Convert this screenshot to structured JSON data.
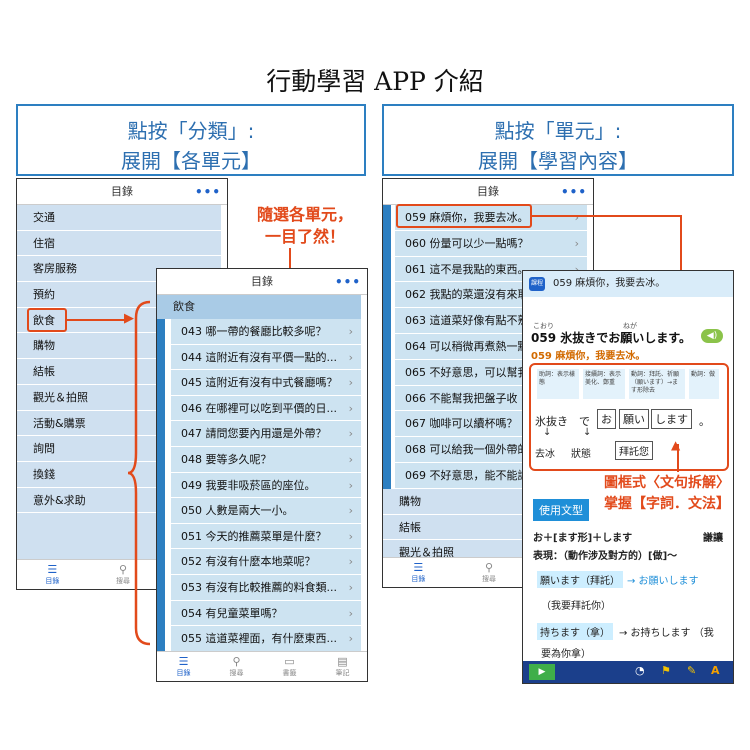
{
  "title": "行動學習 APP 介紹",
  "banner_left": {
    "line1": "點按「分類」:",
    "line2": "展開【各單元】"
  },
  "banner_right": {
    "line1": "點按「單元」:",
    "line2": "展開【學習內容】"
  },
  "annotation_units": {
    "line1": "隨選各單元，",
    "line2": "一目了然！"
  },
  "annotation_frame": {
    "line1": "圖框式〈文句拆解〉",
    "line2": "掌握【字詞．文法】"
  },
  "menu_title": "目錄",
  "menu_dots": "•••",
  "categories": [
    "交通",
    "住宿",
    "客房服務",
    "預約",
    "飲食",
    "購物",
    "結帳",
    "觀光＆拍照",
    "活動&購票",
    "詢問",
    "換錢",
    "意外&求助"
  ],
  "tabs": [
    {
      "icon": "☰",
      "label": "目錄"
    },
    {
      "icon": "⚲",
      "label": "搜尋"
    },
    {
      "icon": "▭",
      "label": "書籤"
    },
    {
      "icon": "▤",
      "label": "筆記"
    }
  ],
  "section_header": "飲食",
  "units": [
    "043 哪一帶的餐廳比較多呢？",
    "044 這附近有沒有平價一點的...",
    "045 這附近有沒有中式餐廳嗎？",
    "046 在哪裡可以吃到平價的日...",
    "047 請問您要內用還是外帶？",
    "048 要等多久呢？",
    "049 我要非吸菸區的座位。",
    "050 人數是兩大一小。",
    "051 今天的推薦菜單是什麼？",
    "052 有沒有什麼本地菜呢？",
    "053 有沒有比較推薦的料食類...",
    "054 有兒童菜單嗎？",
    "055 這道菜裡面，有什麼東西..."
  ],
  "units_right": [
    "059 麻煩你，我要去冰。",
    "060 份量可以少一點嗎？",
    "061 這不是我點的東西。",
    "062 我點的菜還沒有來耶",
    "063 這道菜好像有點不熟",
    "064 可以稍微再煮熱一點",
    "065 不好意思，可以幫我",
    "066 不能幫我把盤子收",
    "067 咖啡可以續杯嗎？",
    "068 可以給我一個外帶的",
    "069 不好意思，能不能請"
  ],
  "right_categories": [
    "購物",
    "結帳",
    "觀光＆拍照"
  ],
  "lesson": {
    "tag": "課程",
    "header": "059 麻煩你，我要去冰。",
    "jp_sentence": "059 氷抜きでお願いします。",
    "ruby_kori": "こおり",
    "ruby_nega": "ねが",
    "zh_sentence": "059 麻煩你，我要去冰。",
    "grammar_notes": [
      "助詞：表示樣態",
      "接續詞：表示美化、鄭重",
      "動詞：拜託、祈願（願います）→ます形除去",
      "動詞：做"
    ],
    "parts": [
      "氷抜き",
      "で",
      "お",
      "願い",
      "します",
      "。"
    ],
    "parts_zh": [
      "去冰",
      "狀態",
      "拜託您"
    ],
    "usage_label": "使用文型",
    "pattern": "お＋[ます形]＋します",
    "pattern_tag": "謙讓",
    "pattern_meaning": "表現：（動作涉及對方的）[做]～",
    "ex1_a": "願います（拜託）",
    "ex1_b": "→ お願いします",
    "ex1_zh": "（我要拜託你）",
    "ex2_a": "持ちます（拿）",
    "ex2_b": "→ お持ちします （我",
    "ex2_zh": "要為你拿）"
  },
  "colors": {
    "accent_blue": "#2d7fc1",
    "annotation_red": "#e24a1b",
    "list_blue": "#cde3f1"
  }
}
